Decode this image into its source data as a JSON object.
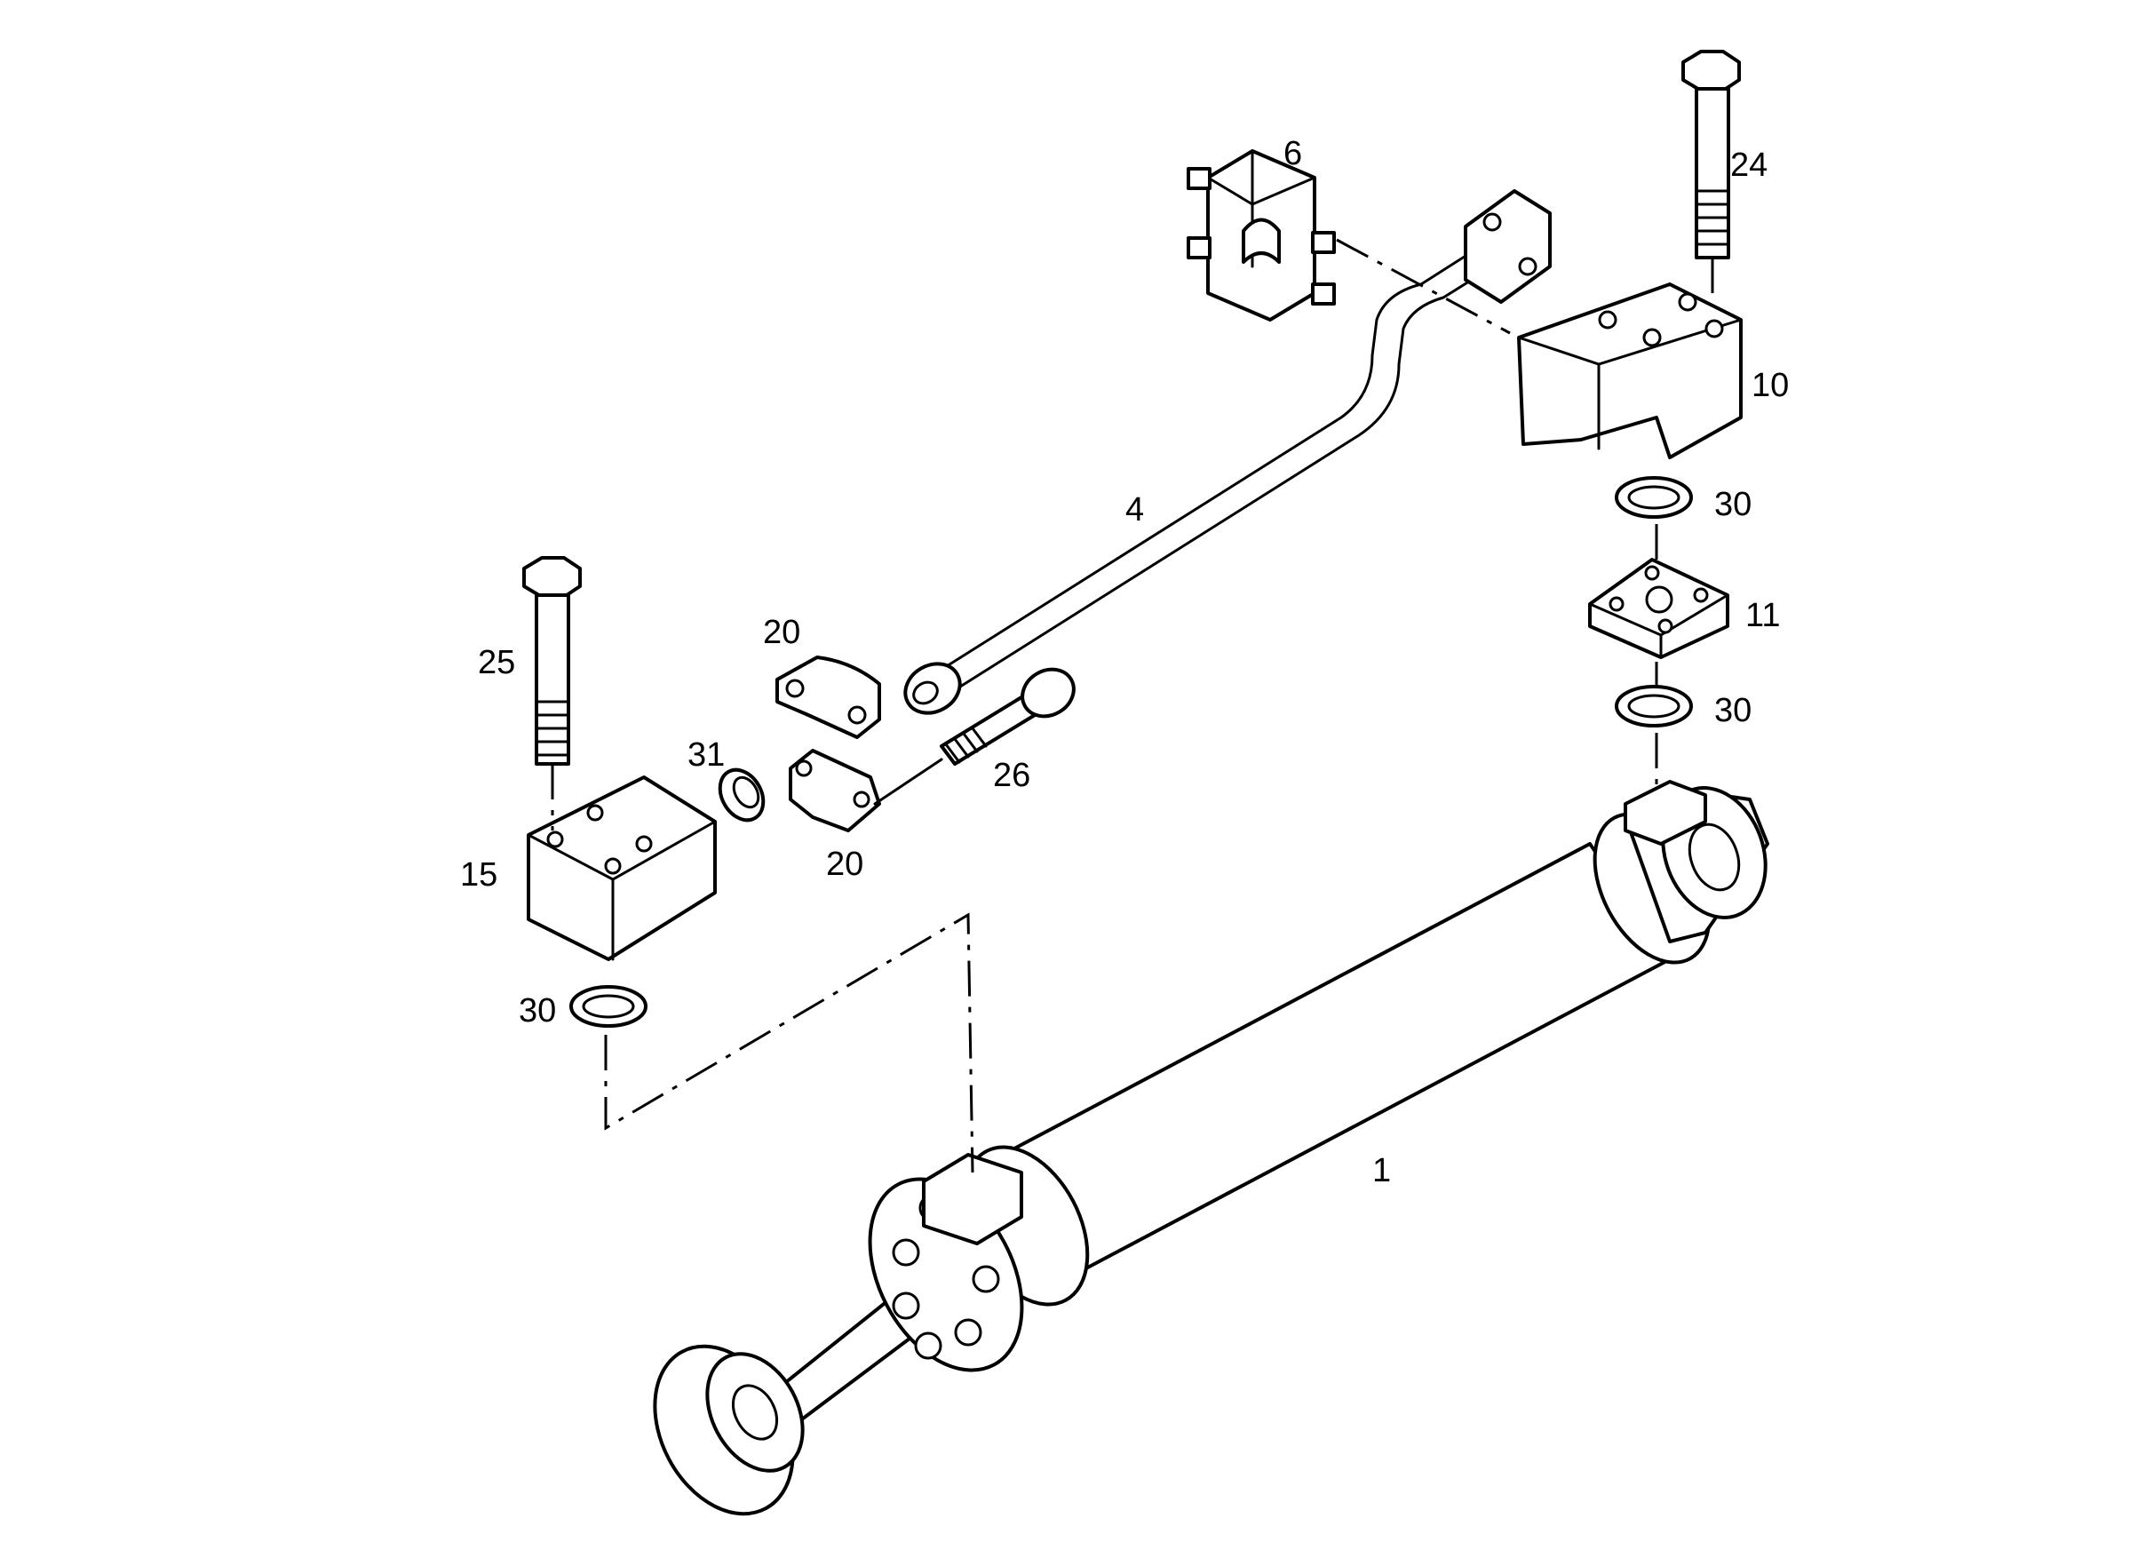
{
  "colors": {
    "line": "#000000",
    "background": "#ffffff"
  },
  "callouts": {
    "c1": "1",
    "c4": "4",
    "c6": "6",
    "c10": "10",
    "c11": "11",
    "c15": "15",
    "c20a": "20",
    "c20b": "20",
    "c24": "24",
    "c25": "25",
    "c26": "26",
    "c30a": "30",
    "c30b": "30",
    "c30c": "30",
    "c31": "31"
  }
}
